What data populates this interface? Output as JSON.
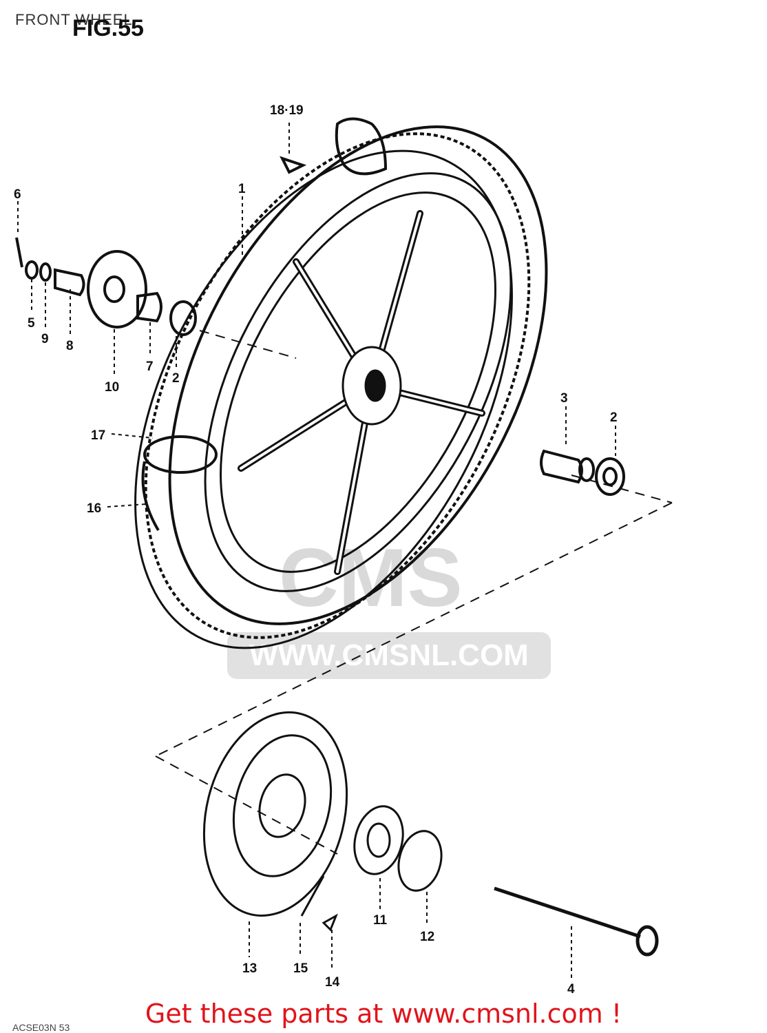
{
  "header": {
    "caption": "FRONT WHEEL",
    "figure": "FIG.55"
  },
  "callouts": [
    "18·19",
    "1",
    "6",
    "5",
    "9",
    "8",
    "10",
    "7",
    "2",
    "17",
    "16",
    "3",
    "2",
    "13",
    "15",
    "14",
    "11",
    "12",
    "4"
  ],
  "watermark": {
    "logo": "CMS",
    "url": "WWW.CMSNL.COM"
  },
  "footer": {
    "text": "Get these parts at www.cmsnl.com !"
  },
  "corner_code": "ACSE03N 53",
  "colors": {
    "footer": "#e0141b",
    "lines": "#111111",
    "watermark": "#d9d9d9"
  }
}
